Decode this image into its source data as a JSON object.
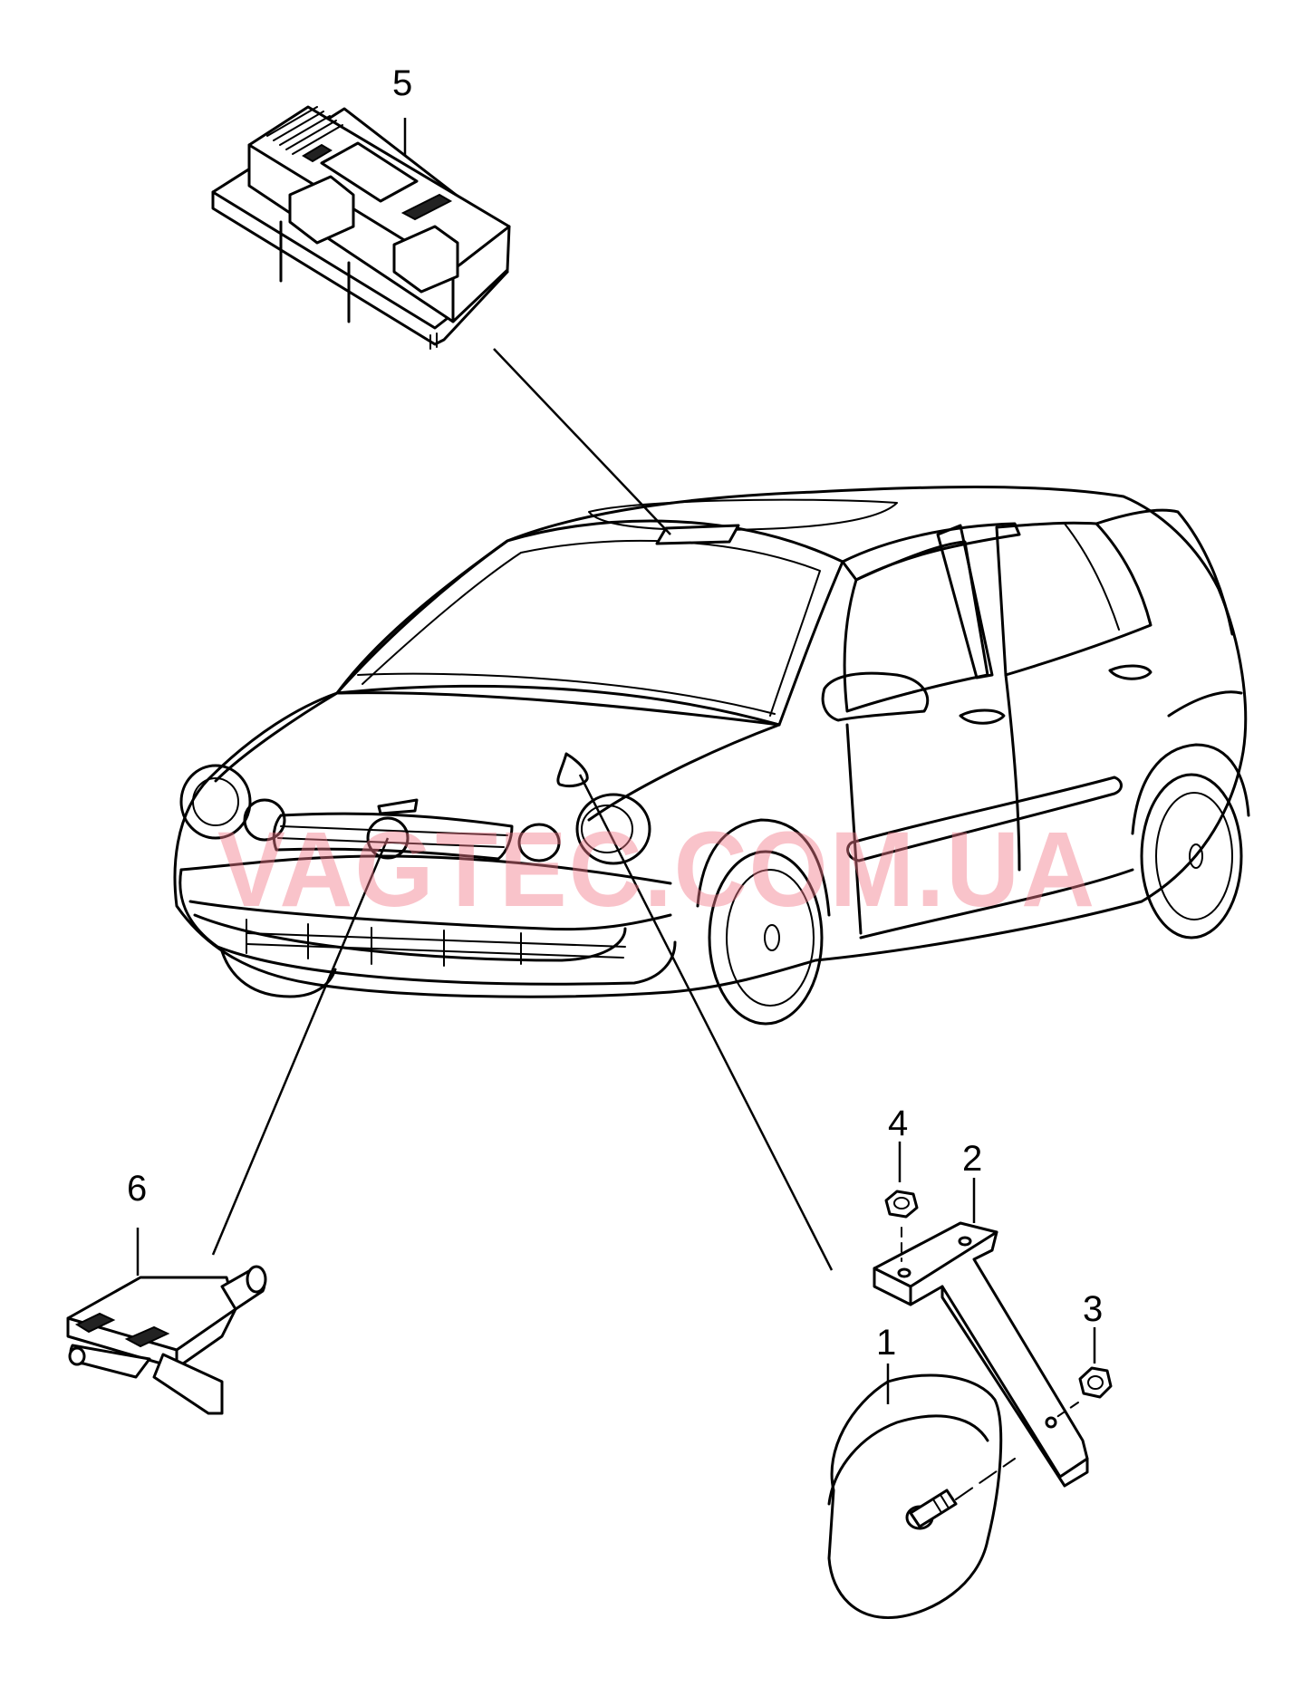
{
  "watermark": {
    "text": "VAGTEC.COM.UA",
    "color": "#f27a8a"
  },
  "callouts": {
    "part_1": "1",
    "part_2": "2",
    "part_3": "3",
    "part_4": "4",
    "part_5": "5",
    "part_6": "6"
  },
  "colors": {
    "line": "#000000",
    "background": "#ffffff"
  }
}
